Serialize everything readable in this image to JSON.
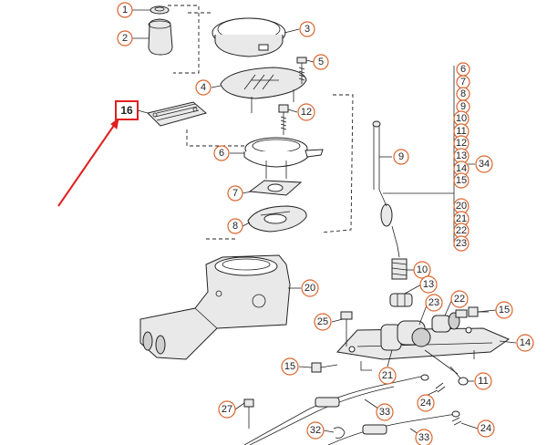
{
  "diagram": {
    "highlighted_callout": "16",
    "accent_color": "#e02020",
    "callout_color": "#d9652e",
    "callouts": [
      "1",
      "2",
      "3",
      "4",
      "5",
      "6",
      "7",
      "8",
      "9",
      "10",
      "11",
      "12",
      "13",
      "14",
      "15",
      "20",
      "21",
      "22",
      "23",
      "24",
      "25",
      "27",
      "32",
      "33",
      "34"
    ],
    "kit_list": [
      "6",
      "7",
      "8",
      "9",
      "10",
      "11",
      "12",
      "13",
      "14",
      "15",
      "20",
      "21",
      "22",
      "23"
    ],
    "kit_label": "34"
  }
}
